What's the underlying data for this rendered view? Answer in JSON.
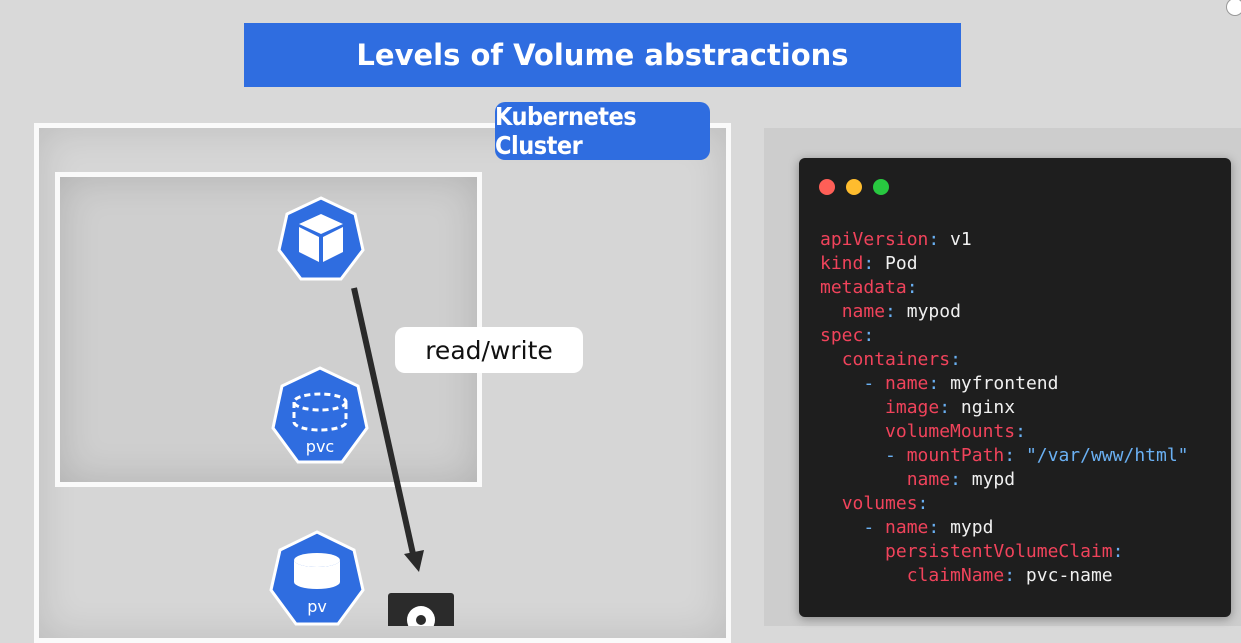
{
  "title": "Levels of Volume abstractions",
  "cluster_label": "Kubernetes Cluster",
  "arrow_label": "read/write",
  "pvc_label": "pvc",
  "pv_label": "pv",
  "colors": {
    "accent": "#2f6de0",
    "code_bg": "#1e1e1e",
    "key": "#f0435b",
    "string": "#6ab0f3"
  },
  "code_lines": [
    {
      "indent": "",
      "dash": "",
      "key": "apiVersion",
      "value": " v1",
      "vtype": "v"
    },
    {
      "indent": "",
      "dash": "",
      "key": "kind",
      "value": " Pod",
      "vtype": "v"
    },
    {
      "indent": "",
      "dash": "",
      "key": "metadata",
      "value": "",
      "vtype": "v"
    },
    {
      "indent": "  ",
      "dash": "",
      "key": "name",
      "value": " mypod",
      "vtype": "v"
    },
    {
      "indent": "",
      "dash": "",
      "key": "spec",
      "value": "",
      "vtype": "v"
    },
    {
      "indent": "  ",
      "dash": "",
      "key": "containers",
      "value": "",
      "vtype": "v"
    },
    {
      "indent": "    ",
      "dash": "- ",
      "key": "name",
      "value": " myfrontend",
      "vtype": "v"
    },
    {
      "indent": "      ",
      "dash": "",
      "key": "image",
      "value": " nginx",
      "vtype": "v"
    },
    {
      "indent": "      ",
      "dash": "",
      "key": "volumeMounts",
      "value": "",
      "vtype": "v"
    },
    {
      "indent": "      ",
      "dash": "- ",
      "key": "mountPath",
      "value": " \"/var/www/html\"",
      "vtype": "s"
    },
    {
      "indent": "        ",
      "dash": "",
      "key": "name",
      "value": " mypd",
      "vtype": "v"
    },
    {
      "indent": "  ",
      "dash": "",
      "key": "volumes",
      "value": "",
      "vtype": "v"
    },
    {
      "indent": "    ",
      "dash": "- ",
      "key": "name",
      "value": " mypd",
      "vtype": "v"
    },
    {
      "indent": "      ",
      "dash": "",
      "key": "persistentVolumeClaim",
      "value": "",
      "vtype": "v"
    },
    {
      "indent": "        ",
      "dash": "",
      "key": "claimName",
      "value": " pvc-name",
      "vtype": "v"
    }
  ]
}
